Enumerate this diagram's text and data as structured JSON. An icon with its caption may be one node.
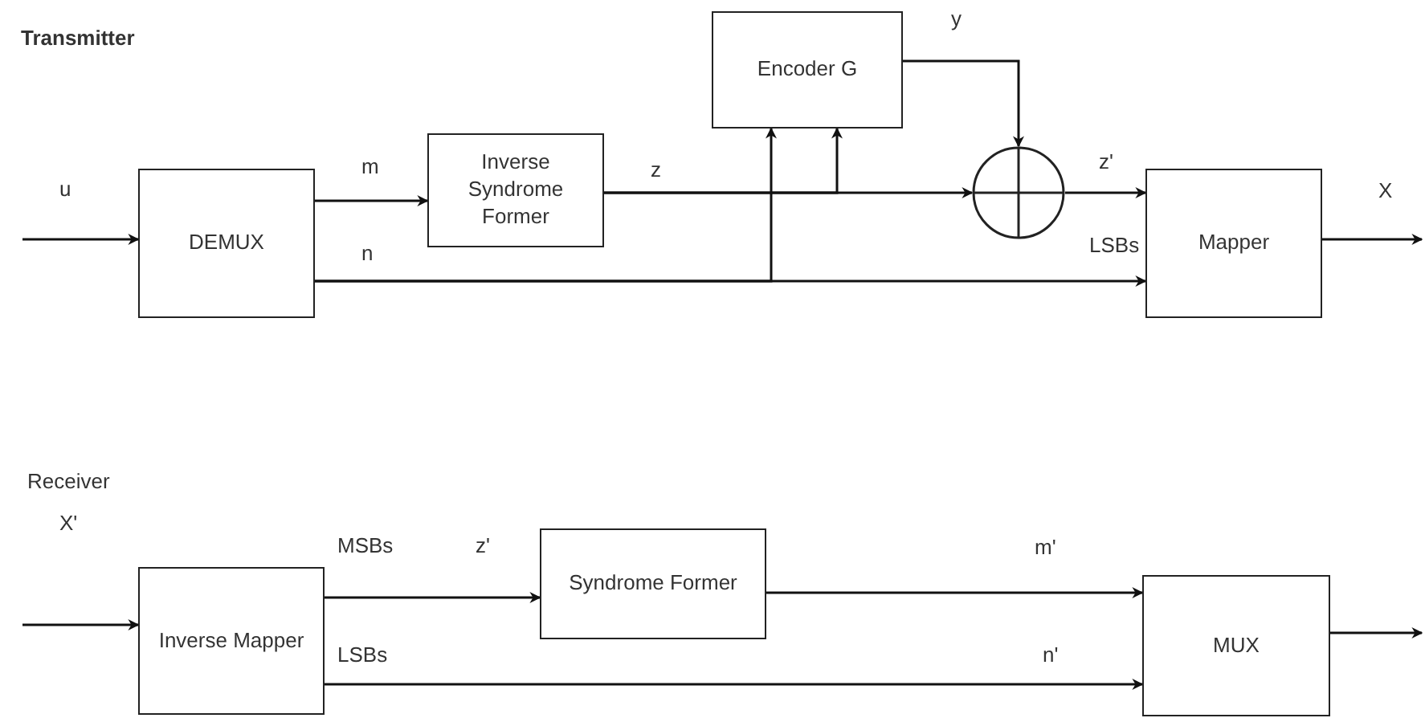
{
  "diagram": {
    "nodes": [
      {
        "text": [
          "DEMUX"
        ]
      },
      {
        "text": [
          "Inverse Syndrome Former"
        ]
      },
      {
        "text": [
          "Encoder G"
        ]
      },
      {
        "text": [],
        "shape": "circle"
      },
      {
        "text": [
          "Mapper"
        ]
      },
      {
        "text": [
          "Inverse Mapper"
        ]
      },
      {
        "text": [
          "Syndrome Former"
        ]
      },
      {
        "text": [
          "MUX"
        ]
      }
    ],
    "edges": [
      {
        "from": null,
        "to": 0,
        "arrow": "to",
        "label": "u"
      },
      {
        "from": 0,
        "to": 1,
        "arrow": "to",
        "label": "m"
      },
      {
        "from": 1,
        "to": 3,
        "arrow": "to",
        "label": "z"
      },
      {
        "from": 1,
        "to": 2,
        "arrow": "to"
      },
      {
        "from": 0,
        "to": 4,
        "arrow": "to",
        "label": "n"
      },
      {
        "from": 0,
        "to": 2,
        "arrow": "to"
      },
      {
        "from": 2,
        "to": 3,
        "arrow": "to",
        "label": "y"
      },
      {
        "from": 3,
        "to": 4,
        "arrow": "to",
        "label": "z'"
      },
      {
        "from": 4,
        "to": null,
        "arrow": "to",
        "label": "X"
      },
      {
        "from": null,
        "to": 5,
        "arrow": "to",
        "label": "X'"
      },
      {
        "from": 5,
        "to": 6,
        "arrow": "to",
        "label": "MSBs"
      },
      {
        "from": 6,
        "to": 7,
        "arrow": "to",
        "label": "m'"
      },
      {
        "from": 5,
        "to": 7,
        "arrow": "to",
        "label": "LSBs"
      },
      {
        "from": 7,
        "to": null,
        "arrow": "to"
      }
    ],
    "labels": [
      "Transmitter",
      "LSBs",
      "Receiver",
      "z'",
      "n'"
    ]
  }
}
